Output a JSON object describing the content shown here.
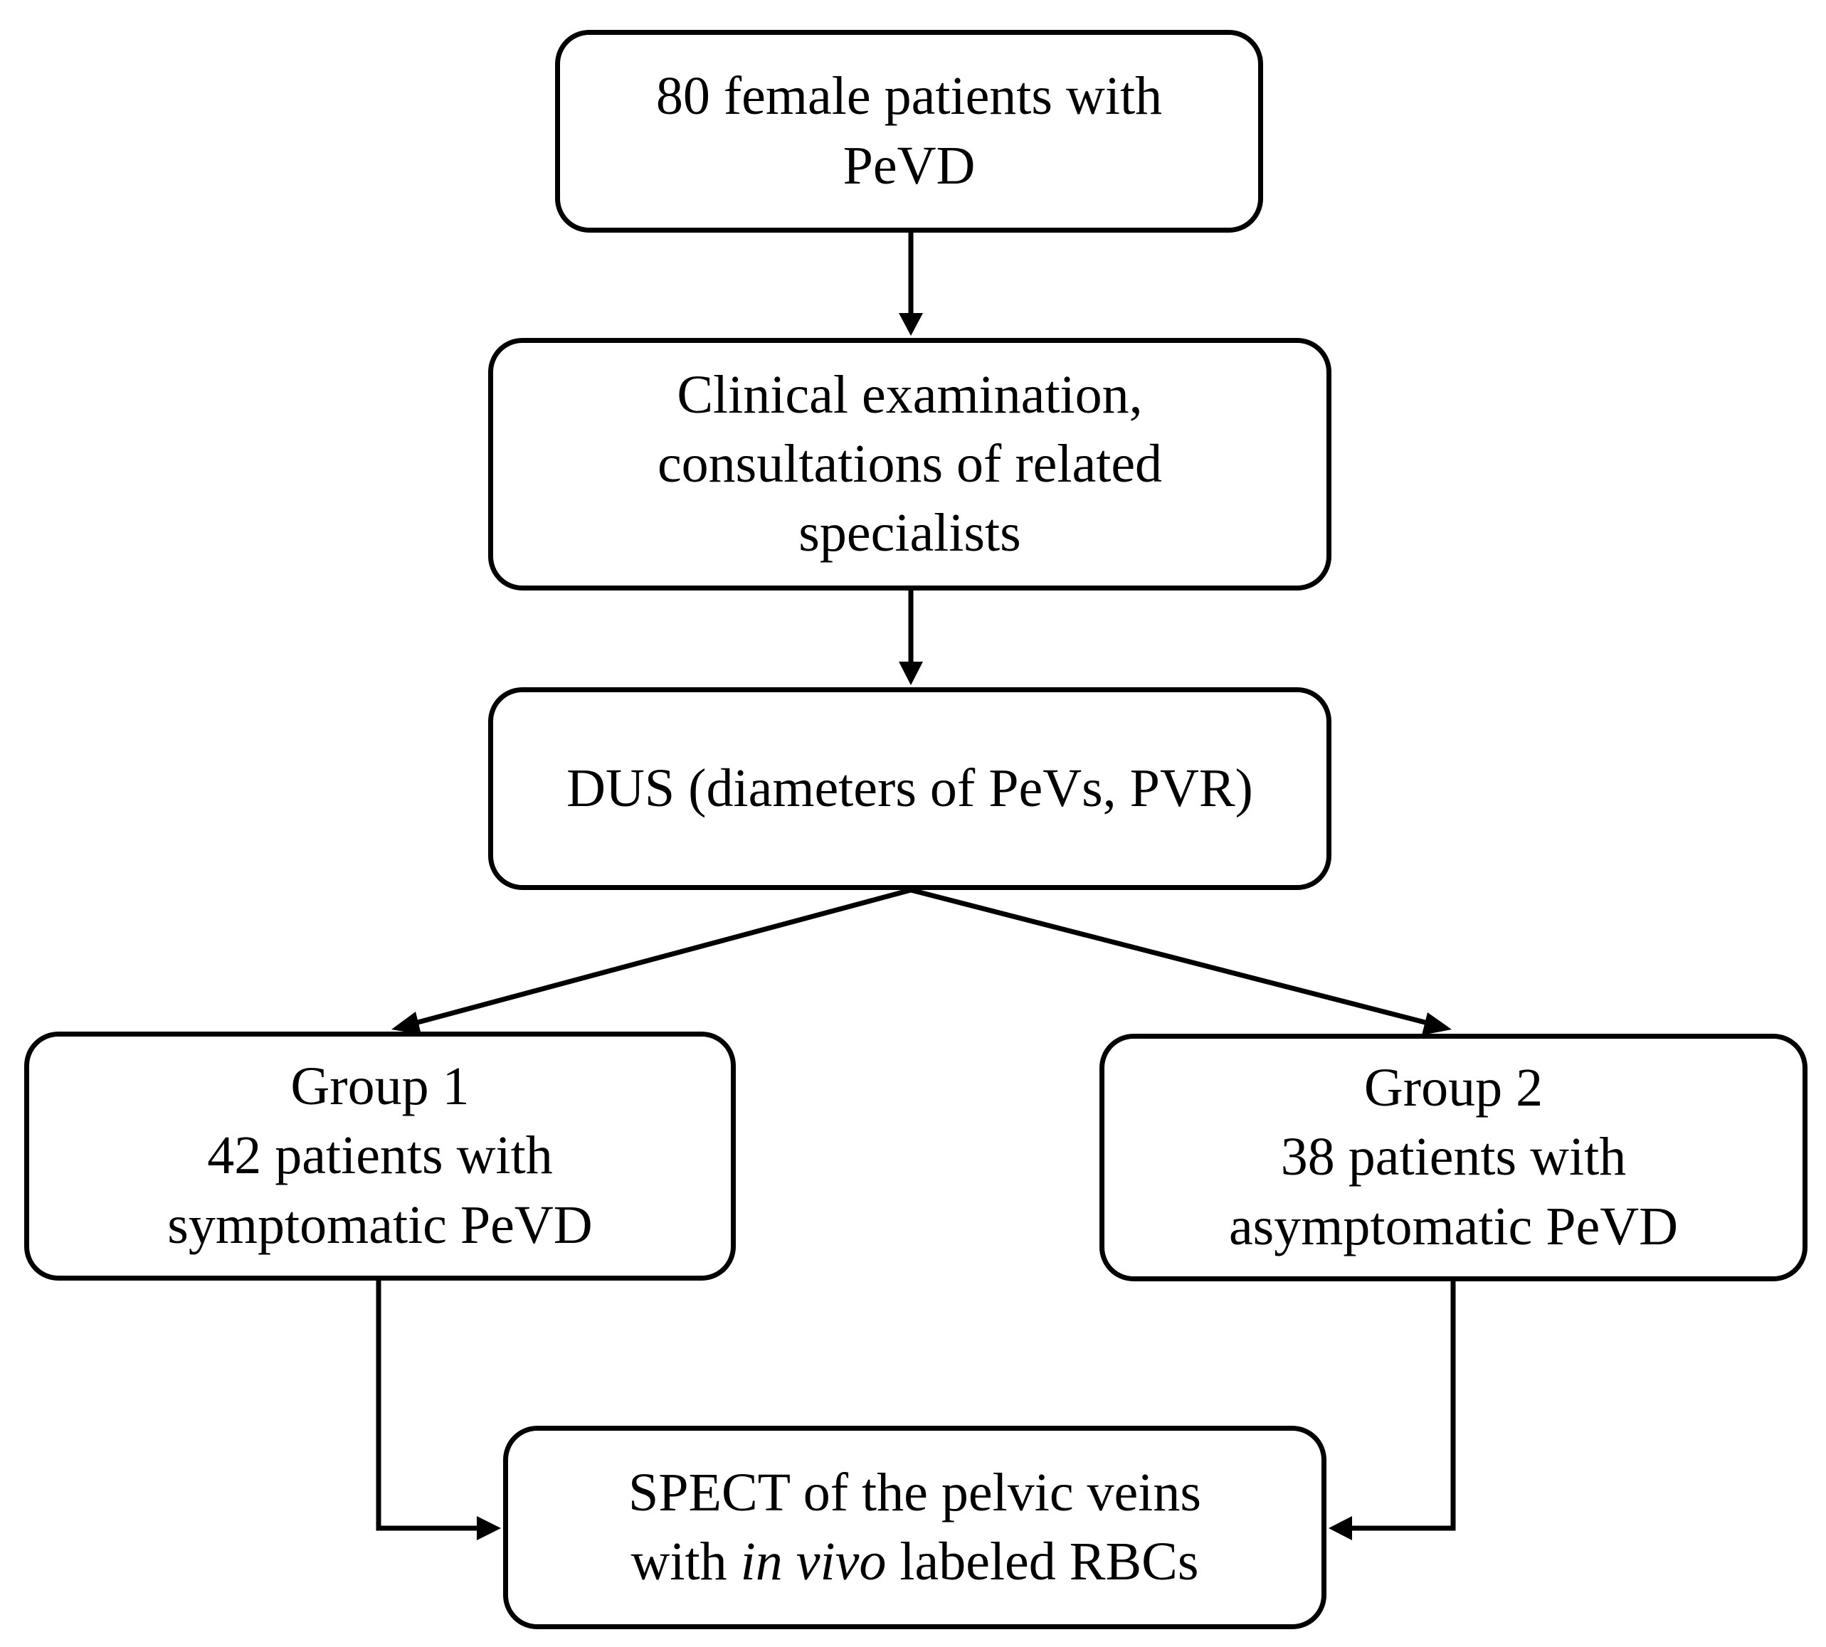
{
  "flowchart": {
    "start": {
      "lines": [
        "80 female patients with",
        "PeVD"
      ]
    },
    "clinical": {
      "lines": [
        "Clinical examination,",
        "consultations of related",
        "specialists"
      ]
    },
    "dus": {
      "lines": [
        "DUS (diameters of PeVs, PVR)"
      ]
    },
    "group1": {
      "lines": [
        "Group 1",
        "42 patients with",
        "symptomatic PeVD"
      ]
    },
    "group2": {
      "lines": [
        "Group 2",
        "38 patients with",
        "asymptomatic PeVD"
      ]
    },
    "spect": {
      "line1": "SPECT of the pelvic veins",
      "line2_prefix": "with ",
      "line2_italic": "in vivo",
      "line2_suffix": " labeled RBCs"
    }
  }
}
